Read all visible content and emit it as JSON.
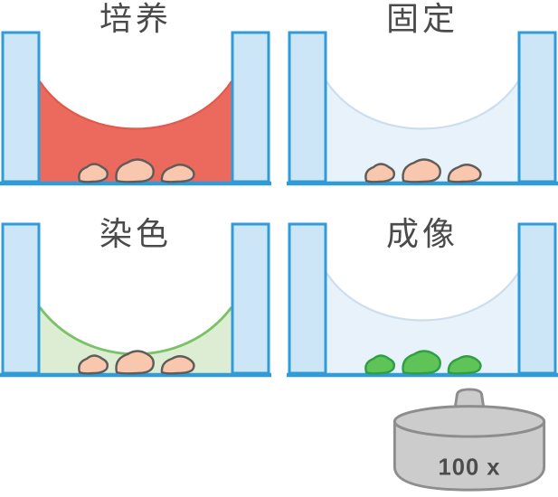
{
  "panels": [
    {
      "id": "culture",
      "title": "培养",
      "liquid": "red-culture-medium",
      "organoids": "pink"
    },
    {
      "id": "fixation",
      "title": "固定",
      "liquid": "clear-fixative",
      "organoids": "pink"
    },
    {
      "id": "staining",
      "title": "染色",
      "liquid": "green-stain",
      "organoids": "pink"
    },
    {
      "id": "imaging",
      "title": "成像",
      "liquid": "clear-buffer",
      "organoids": "green-stained"
    }
  ],
  "objective": {
    "label": "100 x"
  },
  "colors": {
    "outline_blue": "#2f9bd8",
    "wall_fill": "#cde6f7",
    "medium_red": "#eb6a5d",
    "medium_red_edge": "#e25a4c",
    "liquid_lightblue": "#e8f2fa",
    "liquid_lightblue_edge": "#ccdeed",
    "stain_green": "#dcedd3",
    "stain_green_edge": "#79c266",
    "organoid_pink": "#f8c7ad",
    "organoid_pink_outline": "#5e5d59",
    "organoid_green": "#5ec457",
    "organoid_green_outline": "#2f9e44",
    "lens_fill": "#cccccc",
    "lens_outline": "#8d8d8d",
    "title_color": "#4a4a4a",
    "lens_label_color": "#4c4c4c"
  }
}
